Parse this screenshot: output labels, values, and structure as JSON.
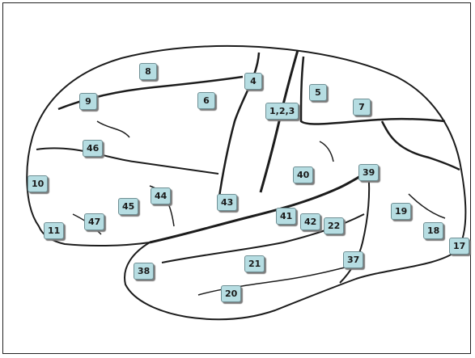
{
  "diagram": {
    "colors": {
      "label_fill": "#b6dde2",
      "label_border": "#6f8f94",
      "outline": "#1c1c1c"
    },
    "areas": [
      {
        "id": "8",
        "label": "8"
      },
      {
        "id": "9",
        "label": "9"
      },
      {
        "id": "4",
        "label": "4"
      },
      {
        "id": "6",
        "label": "6"
      },
      {
        "id": "5",
        "label": "5"
      },
      {
        "id": "1-2-3",
        "label": "1,2,3"
      },
      {
        "id": "7",
        "label": "7"
      },
      {
        "id": "46",
        "label": "46"
      },
      {
        "id": "10",
        "label": "10"
      },
      {
        "id": "40",
        "label": "40"
      },
      {
        "id": "39",
        "label": "39"
      },
      {
        "id": "44",
        "label": "44"
      },
      {
        "id": "45",
        "label": "45"
      },
      {
        "id": "43",
        "label": "43"
      },
      {
        "id": "41",
        "label": "41"
      },
      {
        "id": "42",
        "label": "42"
      },
      {
        "id": "22",
        "label": "22"
      },
      {
        "id": "19",
        "label": "19"
      },
      {
        "id": "47",
        "label": "47"
      },
      {
        "id": "11",
        "label": "11"
      },
      {
        "id": "18",
        "label": "18"
      },
      {
        "id": "17",
        "label": "17"
      },
      {
        "id": "21",
        "label": "21"
      },
      {
        "id": "37",
        "label": "37"
      },
      {
        "id": "38",
        "label": "38"
      },
      {
        "id": "20",
        "label": "20"
      }
    ]
  }
}
